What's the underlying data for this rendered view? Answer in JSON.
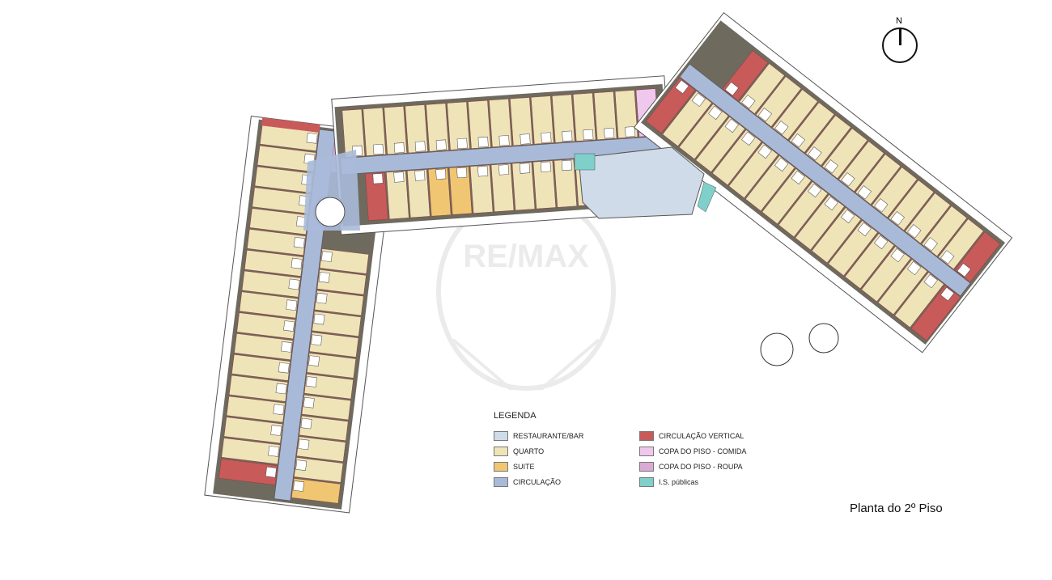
{
  "plan_title": "Planta do 2º Piso",
  "north_label": "N",
  "watermark_text": "RE/MAX",
  "legend": {
    "title": "LEGENDA",
    "items": [
      {
        "label": "RESTAURANTE/BAR",
        "color": "#cfdbe8"
      },
      {
        "label": "CIRCULAÇÃO VERTICAL",
        "color": "#c95a5a"
      },
      {
        "label": "QUARTO",
        "color": "#efe4b8"
      },
      {
        "label": "COPA DO PISO - COMIDA",
        "color": "#f0c8ee"
      },
      {
        "label": "SUITE",
        "color": "#f0c673"
      },
      {
        "label": "COPA DO PISO - ROUPA",
        "color": "#d9aad6"
      },
      {
        "label": "CIRCULAÇÃO",
        "color": "#a9bad9"
      },
      {
        "label": "I.S. públicas",
        "color": "#7fcfcb"
      }
    ]
  }
}
